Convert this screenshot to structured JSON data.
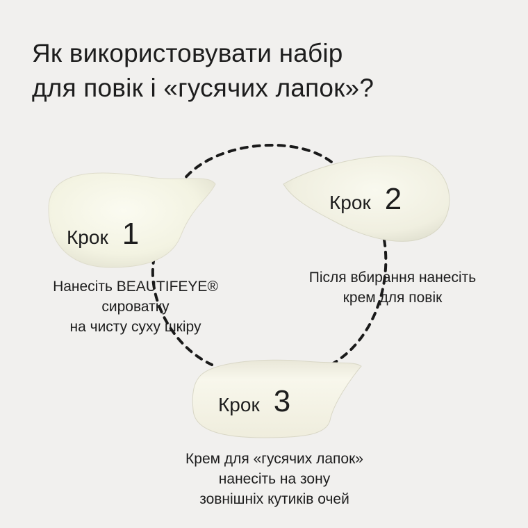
{
  "title": {
    "line1": "Як використовувати набір",
    "line2": "для повік і «гусячих лапок»?"
  },
  "steps": [
    {
      "word": "Крок",
      "number": "1",
      "description": [
        "Нанесіть BEAUTIFEYE®",
        "сироватку",
        "на чисту суху шкіру"
      ]
    },
    {
      "word": "Крок",
      "number": "2",
      "description": [
        "Після вбирання нанесіть",
        "крем для повік"
      ]
    },
    {
      "word": "Крок",
      "number": "3",
      "description": [
        "Крем для «гусячих лапок»",
        "нанесіть на зону",
        "зовнішніх кутиків очей"
      ]
    }
  ],
  "colors": {
    "background": "#f1f0ee",
    "text": "#1d1d1d",
    "cream": "#f6f5e8",
    "dashes": "#1a1a1a"
  }
}
